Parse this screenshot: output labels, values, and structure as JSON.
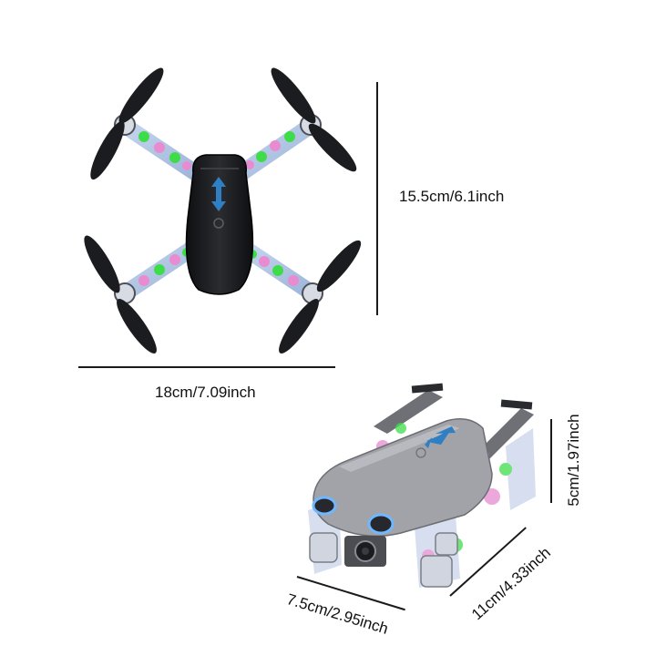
{
  "dimensions": {
    "height_top": "15.5cm/6.1inch",
    "width_top": "18cm/7.09inch",
    "folded_width": "7.5cm/2.95inch",
    "folded_length": "11cm/4.33inch",
    "folded_height": "5cm/1.97inch"
  },
  "colors": {
    "body_dark": "#17181b",
    "body_gray": "#9b9ca1",
    "arm_blue": "#7ea3d6",
    "arrow_blue": "#2f7fc4",
    "led_green": "#3fdc4a",
    "led_pink": "#e88bd0"
  }
}
